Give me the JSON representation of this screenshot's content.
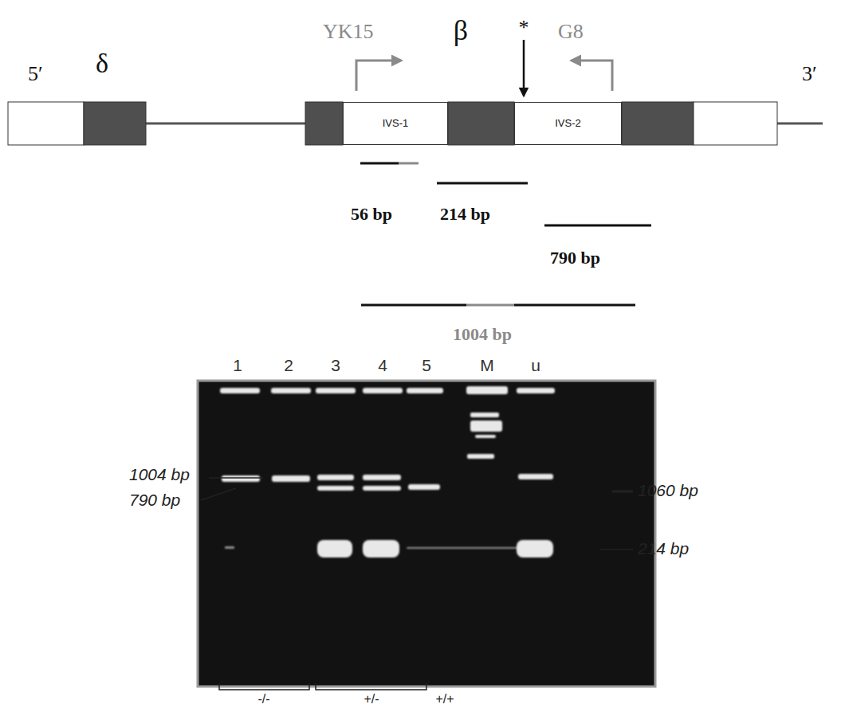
{
  "diagram": {
    "nodes": [
      {
        "text": [
          "IVS-1"
        ]
      },
      {
        "text": [
          "IVS-2"
        ]
      }
    ],
    "labels": [
      "5′",
      "δ",
      "YK15",
      "β",
      "*",
      "G8",
      "3′",
      "56 bp",
      "214 bp",
      "790 bp",
      "1004 bp",
      "1",
      "2",
      "3",
      "4",
      "5",
      "M",
      "u",
      "1004 bp",
      "790 bp",
      "1060 bp",
      "214 bp",
      "-/-",
      "+/-",
      "+/+"
    ]
  }
}
